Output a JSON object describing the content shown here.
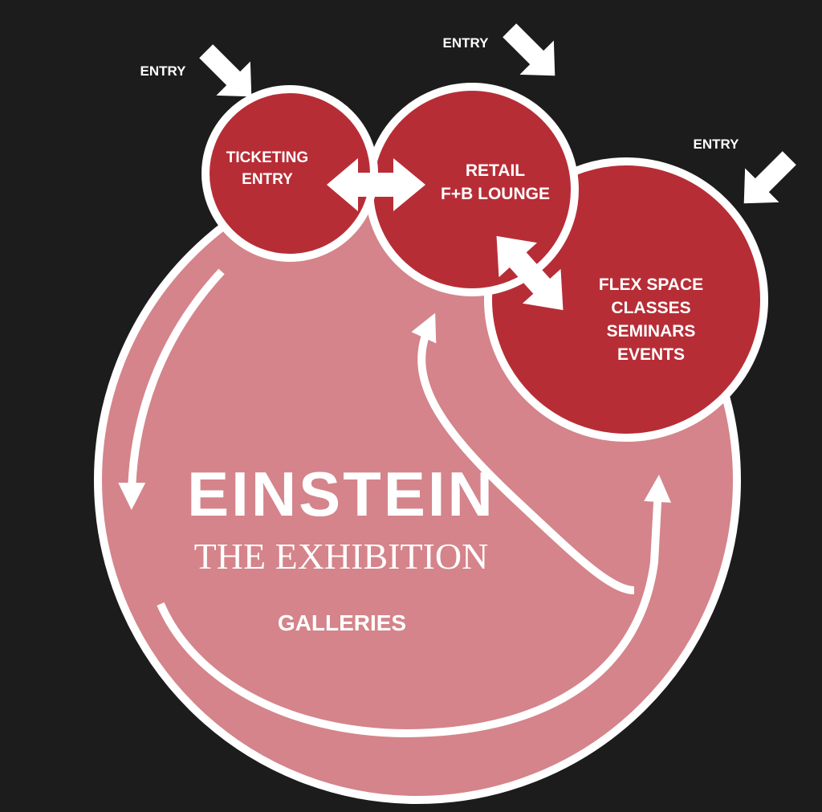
{
  "colors": {
    "background": "#1c1c1c",
    "galleries_fill": "#d4848a",
    "zone_fill": "#b72d36",
    "outline": "#ffffff"
  },
  "entry_labels": [
    "ENTRY",
    "ENTRY",
    "ENTRY"
  ],
  "zones": {
    "ticketing": {
      "lines": [
        "TICKETING",
        "ENTRY"
      ]
    },
    "retail": {
      "lines": [
        "RETAIL",
        "F+B LOUNGE"
      ]
    },
    "flex": {
      "lines": [
        "FLEX SPACE",
        "CLASSES",
        "SEMINARS",
        "EVENTS"
      ]
    }
  },
  "title": {
    "main": "EINSTEIN",
    "subtitle": "THE EXHIBITION"
  },
  "galleries_label": "GALLERIES",
  "icons": {
    "entry_arrow": "entry-arrow-icon",
    "double_arrow": "double-arrow-icon",
    "flow_arrow": "flow-arrow-icon"
  }
}
